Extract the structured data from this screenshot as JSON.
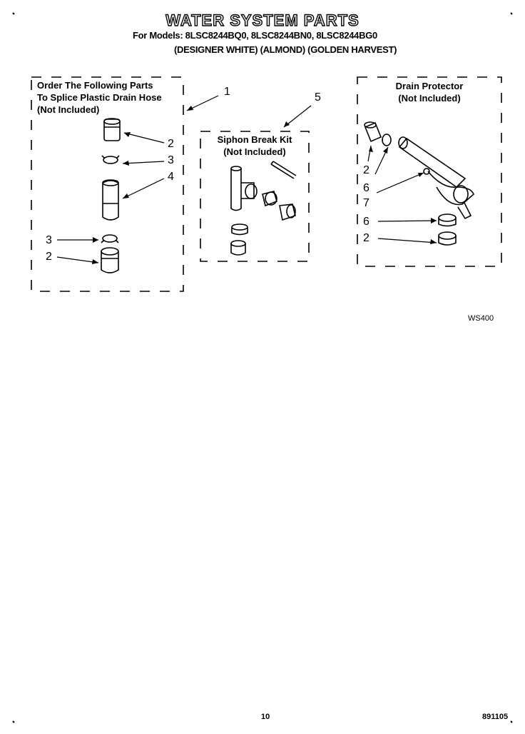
{
  "header": {
    "title": "WATER SYSTEM PARTS",
    "models": "For Models: 8LSC8244BQ0, 8LSC8244BN0, 8LSC8244BG0",
    "colors": "(DESIGNER WHITE) (ALMOND) (GOLDEN HARVEST)"
  },
  "splice_box": {
    "line1": "Order The Following Parts",
    "line2": "To Splice Plastic Drain Hose",
    "line3": "(Not Included)"
  },
  "siphon_box": {
    "line1": "Siphon Break Kit",
    "line2": "(Not Included)"
  },
  "drain_box": {
    "line1": "Drain Protector",
    "line2": "(Not Included)"
  },
  "callouts": {
    "c1": "1",
    "c5": "5",
    "s2a": "2",
    "s3a": "3",
    "s4": "4",
    "s3b": "3",
    "s2b": "2",
    "d2a": "2",
    "d6a": "6",
    "d7": "7",
    "d6b": "6",
    "d2b": "2"
  },
  "footer": {
    "figure_code": "WS400",
    "page_number": "10",
    "doc_code": "891105"
  }
}
